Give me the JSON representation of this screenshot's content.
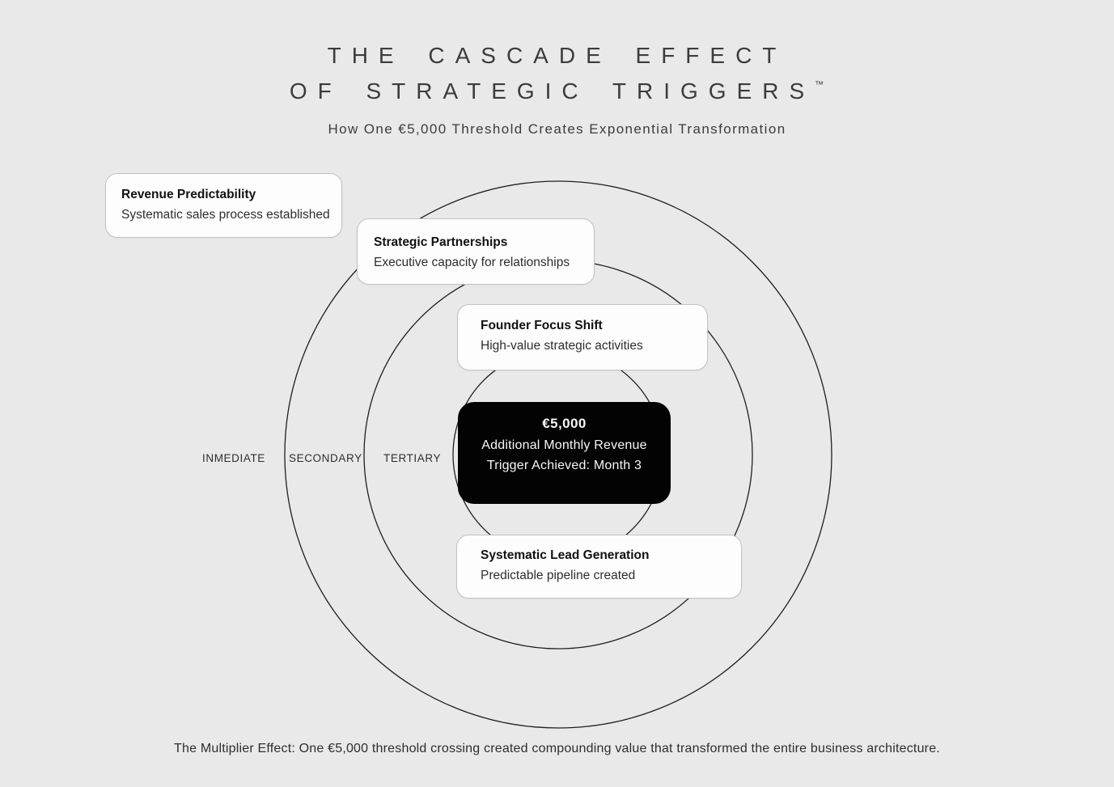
{
  "colors": {
    "bg": "#e9e9e9",
    "card-bg": "#fdfdfd",
    "card-border": "#c2c2c2",
    "ring-stroke": "#1f1f1f",
    "center-bg": "#030303",
    "center-text": "#f7f7f7",
    "title-text": "#3c3c3c",
    "body-text": "#2e2e2e"
  },
  "header": {
    "title_line1": "THE CASCADE EFFECT",
    "title_line2": "OF STRATEGIC TRIGGERS",
    "trademark": "™",
    "subtitle": "How One €5,000 Threshold Creates Exponential Transformation"
  },
  "rings": {
    "labels": [
      {
        "label": "INMEDIATE"
      },
      {
        "label": "SECONDARY"
      },
      {
        "label": "TERTIARY"
      }
    ]
  },
  "cards": [
    {
      "title": "Revenue Predictability",
      "subtitle": "Systematic sales process established"
    },
    {
      "title": "Strategic Partnerships",
      "subtitle": "Executive capacity for relationships"
    },
    {
      "title": "Founder Focus Shift",
      "subtitle": "High-value strategic activities"
    },
    {
      "title": "Systematic Lead Generation",
      "subtitle": "Predictable pipeline created"
    }
  ],
  "center": {
    "amount": "€5,000",
    "line2": "Additional Monthly Revenue",
    "line3": "Trigger Achieved: Month 3"
  },
  "footer": "The Multiplier Effect: One €5,000 threshold crossing created compounding value that transformed the entire business architecture."
}
